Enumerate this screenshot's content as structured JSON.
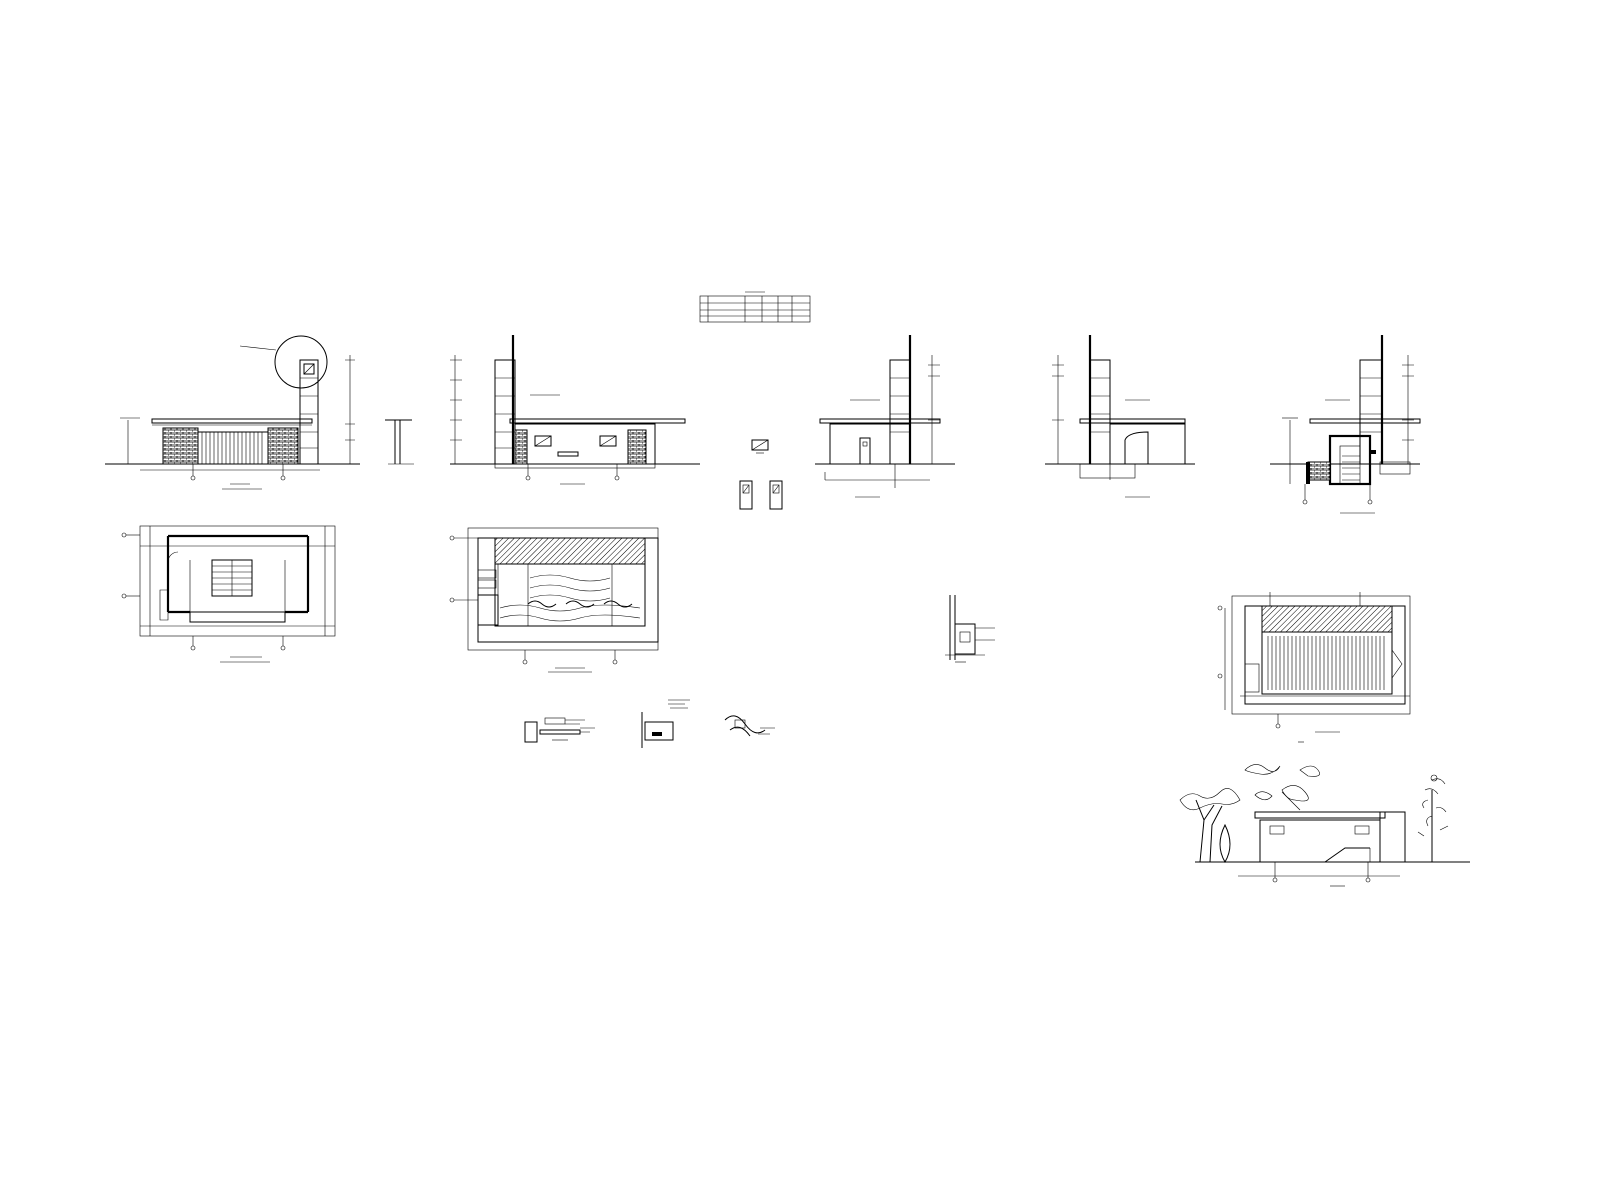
{
  "sheet": {
    "background": "#ffffff",
    "line_color": "#000000"
  },
  "views": [
    {
      "key": "front_elevation",
      "name": "front-elevation"
    },
    {
      "key": "rear_elevation",
      "name": "rear-elevation"
    },
    {
      "key": "side_elevation_left",
      "name": "side-elevation-left"
    },
    {
      "key": "side_elevation_right",
      "name": "side-elevation-right"
    },
    {
      "key": "section",
      "name": "section-view"
    },
    {
      "key": "floor_plan",
      "name": "floor-plan"
    },
    {
      "key": "roof_plan",
      "name": "roof-plan"
    },
    {
      "key": "ceiling_plan",
      "name": "ceiling-plan"
    },
    {
      "key": "perspective",
      "name": "perspective-elevation-with-trees"
    },
    {
      "key": "door_window_details",
      "name": "door-window-details"
    },
    {
      "key": "construction_details",
      "name": "construction-details"
    },
    {
      "key": "wall_detail",
      "name": "wall-detail"
    },
    {
      "key": "schedule_table",
      "name": "door-window-schedule-table"
    }
  ]
}
